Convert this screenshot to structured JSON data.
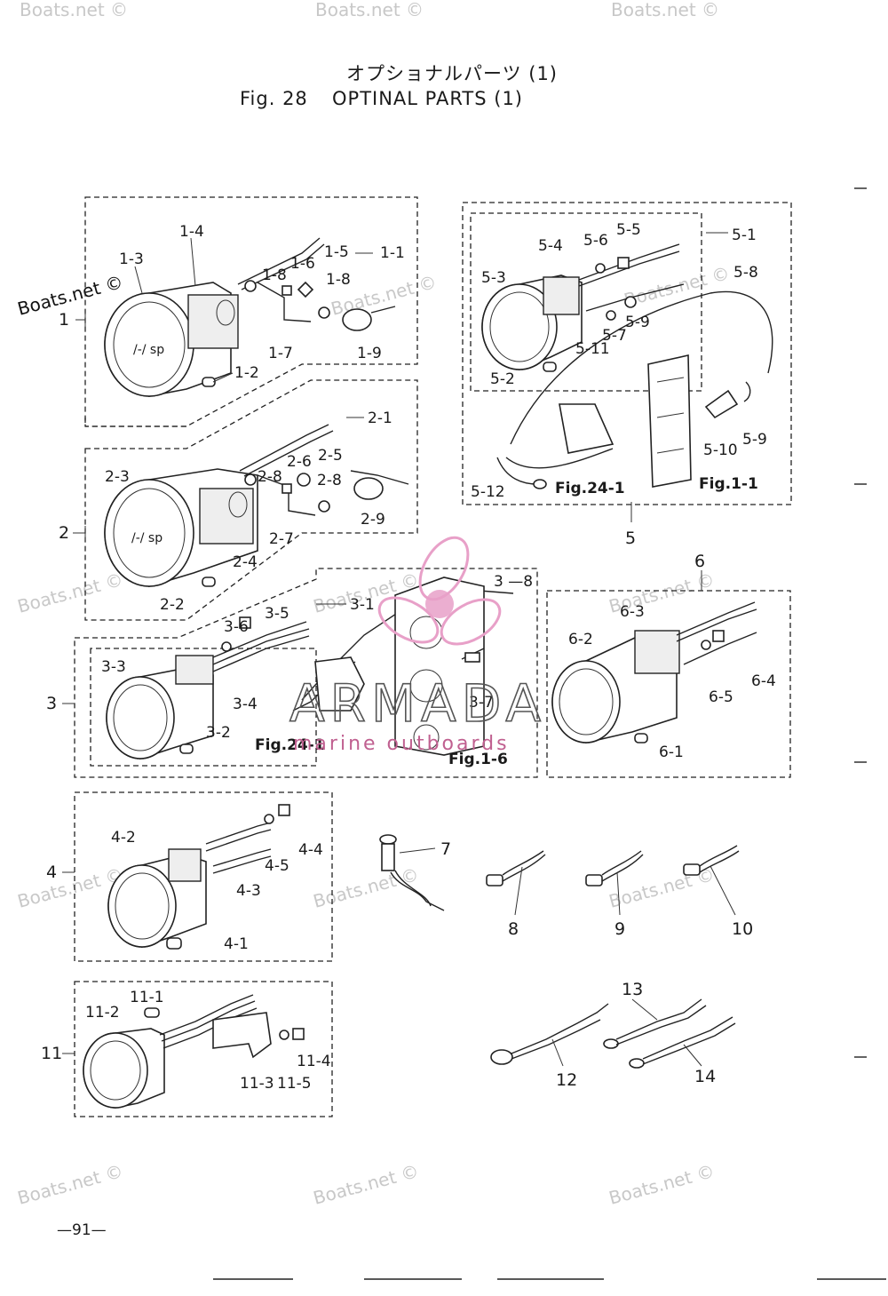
{
  "header": {
    "title_jp": "オプショナルパーツ (1)",
    "fig_number": "Fig. 28",
    "title_en": "OPTINAL PARTS (1)"
  },
  "watermark": {
    "text": "Boats.net ©",
    "brand_main": "ARMADA",
    "brand_sub": "marine outboards",
    "brand_color": "#e8a0c8"
  },
  "page_number": "—91—",
  "groups": {
    "g1": {
      "main": "1",
      "labels": [
        "1-1",
        "1-2",
        "1-3",
        "1-4",
        "1-5",
        "1-6",
        "1-7",
        "1-8",
        "1-8",
        "1-9"
      ]
    },
    "g2": {
      "main": "2",
      "labels": [
        "2-1",
        "2-2",
        "2-3",
        "2-4",
        "2-5",
        "2-6",
        "2-7",
        "2-8",
        "2-8",
        "2-9"
      ]
    },
    "g3": {
      "main": "3",
      "labels": [
        "3-1",
        "3-2",
        "3-3",
        "3-4",
        "3-5",
        "3-6",
        "3 —8",
        "3-7"
      ],
      "ref_a": "Fig.24-1",
      "ref_b": "Fig.1-6"
    },
    "g4": {
      "main": "4",
      "labels": [
        "4-1",
        "4-2",
        "4-3",
        "4-4",
        "4-5"
      ]
    },
    "g5": {
      "main": "5",
      "labels": [
        "5-1",
        "5-2",
        "5-3",
        "5-4",
        "5-5",
        "5-6",
        "5-7",
        "5-8",
        "5-9",
        "5-9",
        "5-10",
        "5-11",
        "5-12"
      ],
      "ref_a": "Fig.24-1",
      "ref_b": "Fig.1-1"
    },
    "g6": {
      "main": "6",
      "labels": [
        "6-1",
        "6-2",
        "6-3",
        "6-4",
        "6-5"
      ]
    },
    "g11": {
      "main": "11",
      "labels": [
        "11-1",
        "11-2",
        "11-3",
        "11-4",
        "11-5"
      ]
    },
    "singles": [
      "7",
      "8",
      "9",
      "10",
      "12",
      "13",
      "14"
    ]
  }
}
